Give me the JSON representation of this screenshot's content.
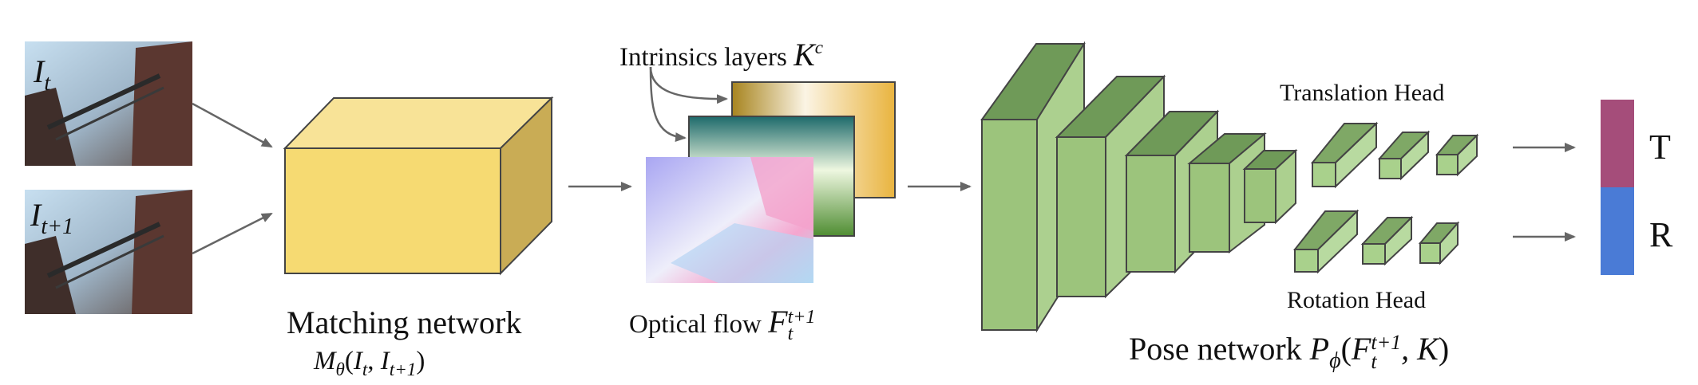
{
  "inputs": {
    "frame_t_symbol": "I",
    "frame_t_sub": "t",
    "frame_t1_symbol": "I",
    "frame_t1_sub": "t+1"
  },
  "matching": {
    "title": "Matching network",
    "formula_fn": "M",
    "formula_fn_sub": "θ",
    "formula_args_open": "(",
    "formula_arg1": "I",
    "formula_arg1_sub": "t",
    "formula_sep": ", ",
    "formula_arg2": "I",
    "formula_arg2_sub": "t+1",
    "formula_args_close": ")"
  },
  "intrinsics": {
    "title": "Intrinsics layers ",
    "symbol": "K",
    "symbol_sup": "c"
  },
  "optical_flow": {
    "title": "Optical flow ",
    "symbol": "F",
    "symbol_sub": "t",
    "symbol_sup": "t+1"
  },
  "pose": {
    "title": "Pose network ",
    "symbol": "P",
    "symbol_sub": "ϕ",
    "args_open": "(",
    "arg_symbol": "F",
    "arg_sub": "t",
    "arg_sup": "t+1",
    "arg_rest": ", K",
    "args_close": ")"
  },
  "heads": {
    "translation_label": "Translation Head",
    "rotation_label": "Rotation Head"
  },
  "outputs": {
    "translation_symbol": "T",
    "rotation_symbol": "R",
    "translation_color": "#a54d7a",
    "rotation_color": "#4a7bd6"
  },
  "colors": {
    "matching_front": "#f6da72",
    "matching_top": "#f8e397",
    "matching_side": "#c9ac55",
    "pose_front": "#9cc47c",
    "pose_top": "#6f9a58",
    "pose_side": "#acd08f",
    "head_front": "#a9d18c",
    "head_top": "#7fa866",
    "arrow": "#666666"
  }
}
